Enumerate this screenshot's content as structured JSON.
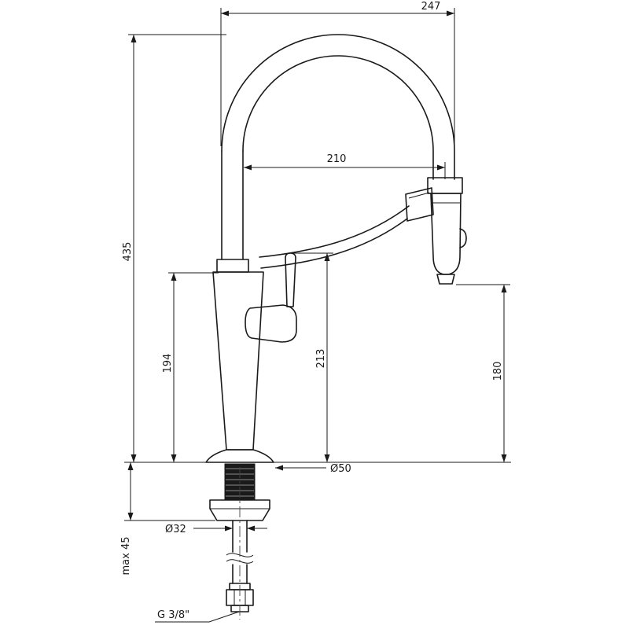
{
  "drawing": {
    "type": "technical-dimension-drawing",
    "subject": "kitchen faucet with pull-down spray head",
    "background_color": "#ffffff",
    "line_color": "#1a1a1a",
    "dimensions": {
      "spout_width": "247",
      "spout_reach": "210",
      "total_height": "435",
      "body_height": "194",
      "handle_height": "213",
      "outlet_height": "180",
      "base_diameter": "Ø50",
      "shank_diameter": "Ø32",
      "max_deck_thickness": "max 45",
      "connection_thread": "G 3/8\""
    }
  }
}
